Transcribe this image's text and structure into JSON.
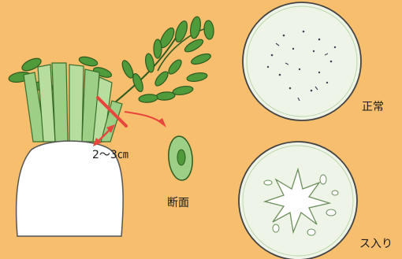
{
  "labels": {
    "cut_distance": "2～3㎝",
    "cross_section": "断面",
    "normal": "正常",
    "hollow": "ス入り"
  },
  "colors": {
    "background": "#f6be6d",
    "cut_line": "#e8453c",
    "leaf": "#4f9a3a",
    "stem": "#9dcf86",
    "flesh": "#eef5e8"
  }
}
